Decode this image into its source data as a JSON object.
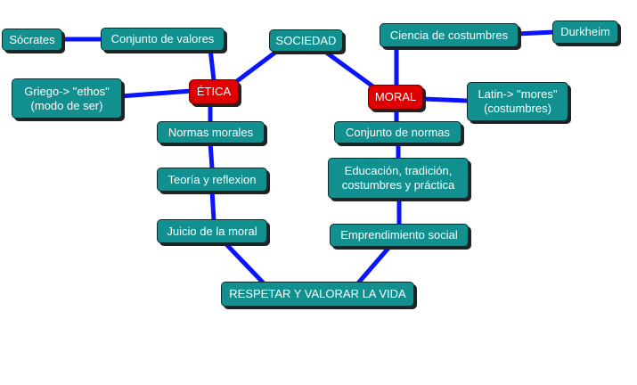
{
  "colors": {
    "node": "#128f8f",
    "highlight": "#e00000",
    "edge": "#0a14ff"
  },
  "nodes": {
    "socrates": "Sócrates",
    "conjunto_valores": "Conjunto de valores",
    "sociedad": "SOCIEDAD",
    "ciencia_costumbres": "Ciencia de costumbres",
    "durkheim": "Durkheim",
    "griego_line1": "Griego-> \"ethos\"",
    "griego_line2": "(modo de ser)",
    "etica": "ÉTICA",
    "moral": "MORAL",
    "latin_line1": "Latin-> \"mores\"",
    "latin_line2": "(costumbres)",
    "normas_morales": "Normas morales",
    "conjunto_normas": "Conjunto de normas",
    "teoria_reflexion": "Teoría y reflexion",
    "educacion_line1": "Educación, tradición,",
    "educacion_line2": "costumbres y práctica",
    "juicio_moral": "Juicio de la moral",
    "emprendimiento": "Emprendimiento social",
    "respetar": "RESPETAR Y VALORAR LA VIDA"
  }
}
